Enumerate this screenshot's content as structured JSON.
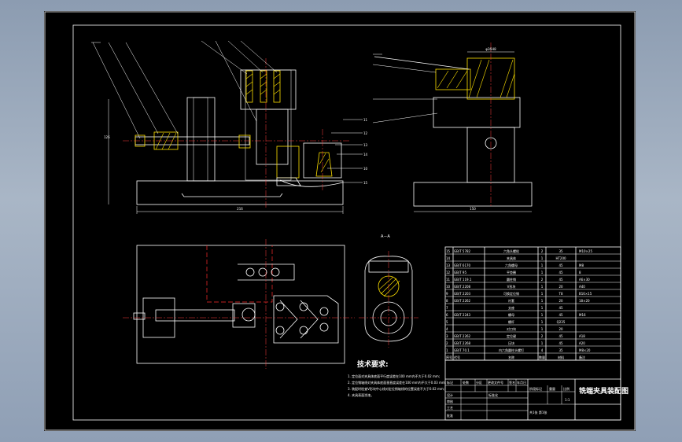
{
  "drawing_title": "铣端夹具装配图",
  "section_label": "A－A",
  "dimensions": {
    "front_width": "216",
    "side_width": "150",
    "front_height": "126",
    "side_top_width": "φ36H8"
  },
  "tech_requirements": {
    "heading": "技术要求:",
    "items": [
      "1. 定位面对夹具体底面平行度误差在100 mm内不大于0.02 mm;",
      "2. 定位销轴线对夹具体底面垂直度误差在100 mm内不大于0.03 mm;",
      "3. 装配时检查V形块中心线对定位销轴线的位置误差不大于0.02 mm;",
      "4. 夹具表面涂漆。"
    ]
  },
  "bom": [
    {
      "no": "15",
      "code": "GB/T 5782",
      "name": "六角头螺栓",
      "qty": "2",
      "mat": "35",
      "note": "M10×25"
    },
    {
      "no": "14",
      "code": "",
      "name": "夹具体",
      "qty": "1",
      "mat": "HT200",
      "note": ""
    },
    {
      "no": "13",
      "code": "GB/T 6170",
      "name": "六角螺母",
      "qty": "1",
      "mat": "45",
      "note": "M8"
    },
    {
      "no": "12",
      "code": "GB/T 95",
      "name": "平垫圈",
      "qty": "1",
      "mat": "45",
      "note": "8"
    },
    {
      "no": "11",
      "code": "GB/T 119.1",
      "name": "圆柱销",
      "qty": "2",
      "mat": "45",
      "note": "A6×30"
    },
    {
      "no": "10",
      "code": "GB/T 2208",
      "name": "V形块",
      "qty": "1",
      "mat": "20",
      "note": "A40"
    },
    {
      "no": "9",
      "code": "GB/T 2203",
      "name": "可换定位销",
      "qty": "1",
      "mat": "T8",
      "note": "B16×15"
    },
    {
      "no": "8",
      "code": "GB/T 2262",
      "name": "衬套",
      "qty": "1",
      "mat": "20",
      "note": "18×20"
    },
    {
      "no": "7",
      "code": "",
      "name": "支座",
      "qty": "1",
      "mat": "45",
      "note": ""
    },
    {
      "no": "6",
      "code": "GB/T 2243",
      "name": "螺母",
      "qty": "1",
      "mat": "45",
      "note": "M16"
    },
    {
      "no": "5",
      "code": "",
      "name": "螺杆",
      "qty": "1",
      "mat": "Q235",
      "note": ""
    },
    {
      "no": "4",
      "code": "",
      "name": "对刀块",
      "qty": "1",
      "mat": "20",
      "note": ""
    },
    {
      "no": "3",
      "code": "GB/T 2262",
      "name": "定位键",
      "qty": "2",
      "mat": "45",
      "note": "A18"
    },
    {
      "no": "2",
      "code": "GB/T 2268",
      "name": "压块",
      "qty": "1",
      "mat": "45",
      "note": "A20"
    },
    {
      "no": "1",
      "code": "GB/T 70.1",
      "name": "内六角圆柱头螺钉",
      "qty": "4",
      "mat": "35",
      "note": "M8×20"
    }
  ],
  "bom_header": {
    "no": "序号",
    "code": "代号",
    "name": "名称",
    "qty": "数量",
    "mat": "材料",
    "note": "备注"
  },
  "title_block": {
    "row_labels": [
      "标记",
      "处数",
      "分区",
      "更改文件号",
      "签名",
      "年月日"
    ],
    "roles": [
      "设计",
      "审核",
      "工艺",
      "批准"
    ],
    "stage_label": "阶段标记",
    "weight_label": "重量",
    "scale_label": "比例",
    "scale": "1:1",
    "std_label": "标准化",
    "sheet_info": "共1张 第1张"
  }
}
